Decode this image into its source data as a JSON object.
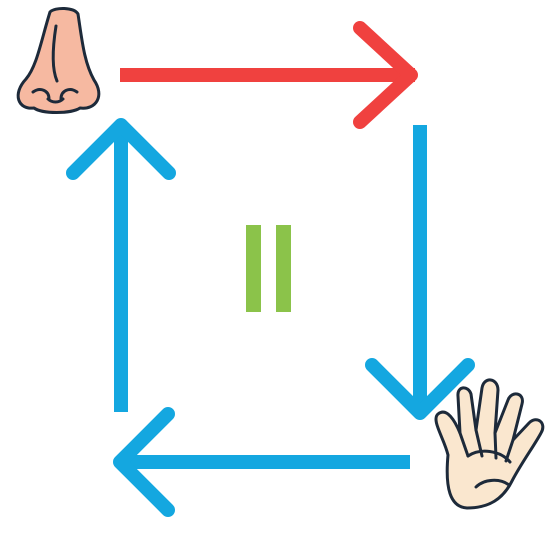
{
  "diagram": {
    "nodes": [
      {
        "id": "nose",
        "icon": "nose-icon"
      },
      {
        "id": "hand",
        "icon": "hand-icon"
      }
    ],
    "center_symbol": "pause-bars",
    "arrows": [
      {
        "id": "top",
        "direction": "right",
        "color": "#f0413f"
      },
      {
        "id": "right",
        "direction": "down",
        "color": "#14a7e0"
      },
      {
        "id": "bottom",
        "direction": "left",
        "color": "#14a7e0"
      },
      {
        "id": "left",
        "direction": "up",
        "color": "#14a7e0"
      }
    ],
    "colors": {
      "red_arrow": "#f0413f",
      "blue_arrow": "#14a7e0",
      "center_bars": "#8bc34a",
      "skin": "#f6b9a1",
      "hand_skin": "#fae7cf",
      "outline": "#1d2a3a"
    }
  }
}
